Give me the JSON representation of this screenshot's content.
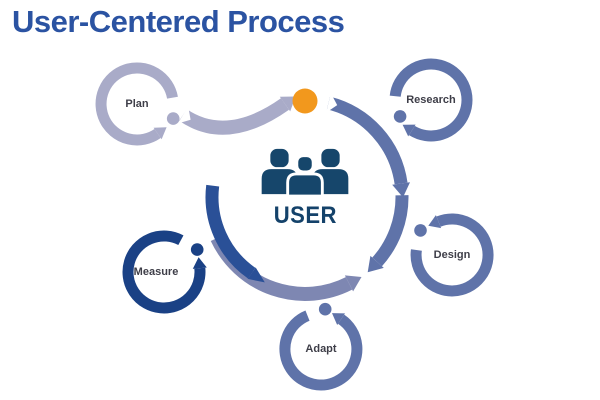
{
  "title": "User-Centered Process",
  "center": {
    "label": "USER",
    "icon": "users-icon"
  },
  "nodes": [
    {
      "id": "plan",
      "label": "Plan"
    },
    {
      "id": "research",
      "label": "Research"
    },
    {
      "id": "design",
      "label": "Design"
    },
    {
      "id": "adapt",
      "label": "Adapt"
    },
    {
      "id": "measure",
      "label": "Measure"
    }
  ],
  "colors": {
    "title_blue": "#2B53A2",
    "lavender": "#A9ABC8",
    "slate": "#5F73A9",
    "ribbon_slate": "#7E87B2",
    "royal": "#2A5097",
    "navy": "#1A4185",
    "user_navy": "#16466B",
    "orange": "#F2981D",
    "label_gray": "#3E3E48",
    "background": "#FFFFFF"
  }
}
